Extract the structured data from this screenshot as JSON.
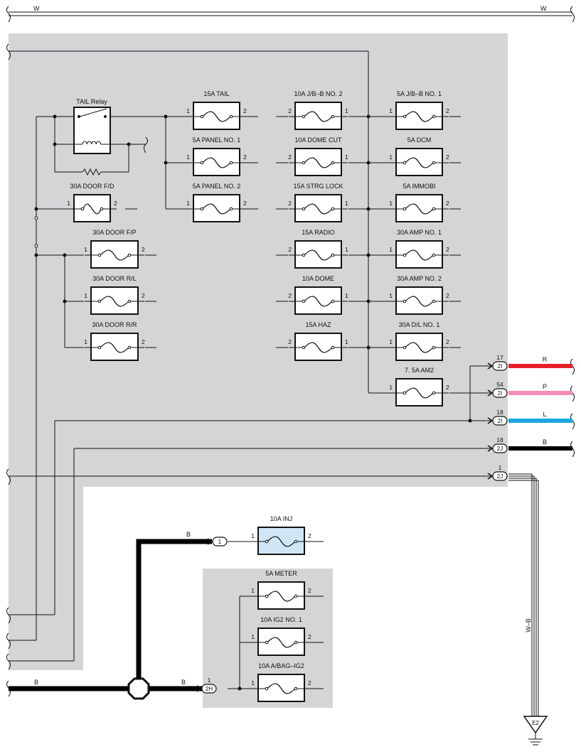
{
  "top_wire": {
    "left_color": "W",
    "right_color": "W"
  },
  "relay": {
    "label": "TAIL Relay"
  },
  "fuses": {
    "door_fd": {
      "label": "30A DOOR F/D",
      "pin_left": "1",
      "pin_right": "2"
    },
    "door_fp": {
      "label": "30A DOOR F/P",
      "pin_left": "1",
      "pin_right": "2"
    },
    "door_rl": {
      "label": "30A DOOR R/L",
      "pin_left": "1",
      "pin_right": "2"
    },
    "door_rr": {
      "label": "30A DOOR R/R",
      "pin_left": "1",
      "pin_right": "2"
    },
    "tail": {
      "label": "15A TAIL",
      "pin_left": "1",
      "pin_right": "2"
    },
    "panel1": {
      "label": "5A PANEL NO. 1",
      "pin_left": "1",
      "pin_right": "2"
    },
    "panel2": {
      "label": "5A PANEL NO. 2",
      "pin_left": "1",
      "pin_right": "2"
    },
    "jbb2": {
      "label": "10A J/B–B NO. 2",
      "pin_left": "2",
      "pin_right": "1"
    },
    "domecut": {
      "label": "10A DOME CUT",
      "pin_left": "2",
      "pin_right": "1"
    },
    "strglock": {
      "label": "15A STRG LOCK",
      "pin_left": "2",
      "pin_right": "1"
    },
    "radio": {
      "label": "15A RADIO",
      "pin_left": "2",
      "pin_right": "1"
    },
    "dome": {
      "label": "10A DOME",
      "pin_left": "2",
      "pin_right": "1"
    },
    "haz": {
      "label": "15A HAZ",
      "pin_left": "2",
      "pin_right": "1"
    },
    "jbb1": {
      "label": "5A J/B–B NO. 1",
      "pin_left": "1",
      "pin_right": "2"
    },
    "dcm": {
      "label": "5A DCM",
      "pin_left": "1",
      "pin_right": "2"
    },
    "immobi": {
      "label": "5A IMMOBI",
      "pin_left": "1",
      "pin_right": "2"
    },
    "amp1": {
      "label": "30A AMP NO. 1",
      "pin_left": "1",
      "pin_right": "2"
    },
    "amp2": {
      "label": "30A AMP NO. 2",
      "pin_left": "1",
      "pin_right": "2"
    },
    "dl1": {
      "label": "30A D/L NO. 1",
      "pin_left": "1",
      "pin_right": "2"
    },
    "am2": {
      "label": "7. 5A AM2",
      "pin_left": "1",
      "pin_right": "2"
    },
    "inj": {
      "label": "10A INJ",
      "pin_left": "1",
      "pin_right": "2"
    },
    "meter": {
      "label": "5A METER",
      "pin_left": "1",
      "pin_right": "2"
    },
    "ig2": {
      "label": "10A IG2 NO. 1",
      "pin_left": "1",
      "pin_right": "2"
    },
    "abag": {
      "label": "10A A/BAG–IG2",
      "pin_left": "1",
      "pin_right": "2"
    }
  },
  "connectors": {
    "c17": {
      "pin": "17",
      "id": "2I",
      "wire": "R",
      "color": "#e8202a"
    },
    "c54": {
      "pin": "54",
      "id": "2I",
      "wire": "P",
      "color": "#f48cb6"
    },
    "c18a": {
      "pin": "18",
      "id": "2I",
      "wire": "L",
      "color": "#1aa8e0"
    },
    "c18b": {
      "pin": "18",
      "id": "2J",
      "wire": "B",
      "color": "#000000"
    },
    "c1": {
      "pin": "1",
      "id": "2J"
    },
    "c_inj": {
      "id": "1"
    },
    "c2h": {
      "pin": "1",
      "id": "2H"
    }
  },
  "wires": {
    "inj_feed": "B",
    "bottom_left": "B",
    "bottom_mid": "B",
    "ground_wire": "W–B"
  },
  "ground": {
    "label": "E2"
  },
  "colors": {
    "panel_bg": "#d4d5d7",
    "inj_fuse_fill": "#cfe6f5",
    "wire_black": "#000000"
  }
}
